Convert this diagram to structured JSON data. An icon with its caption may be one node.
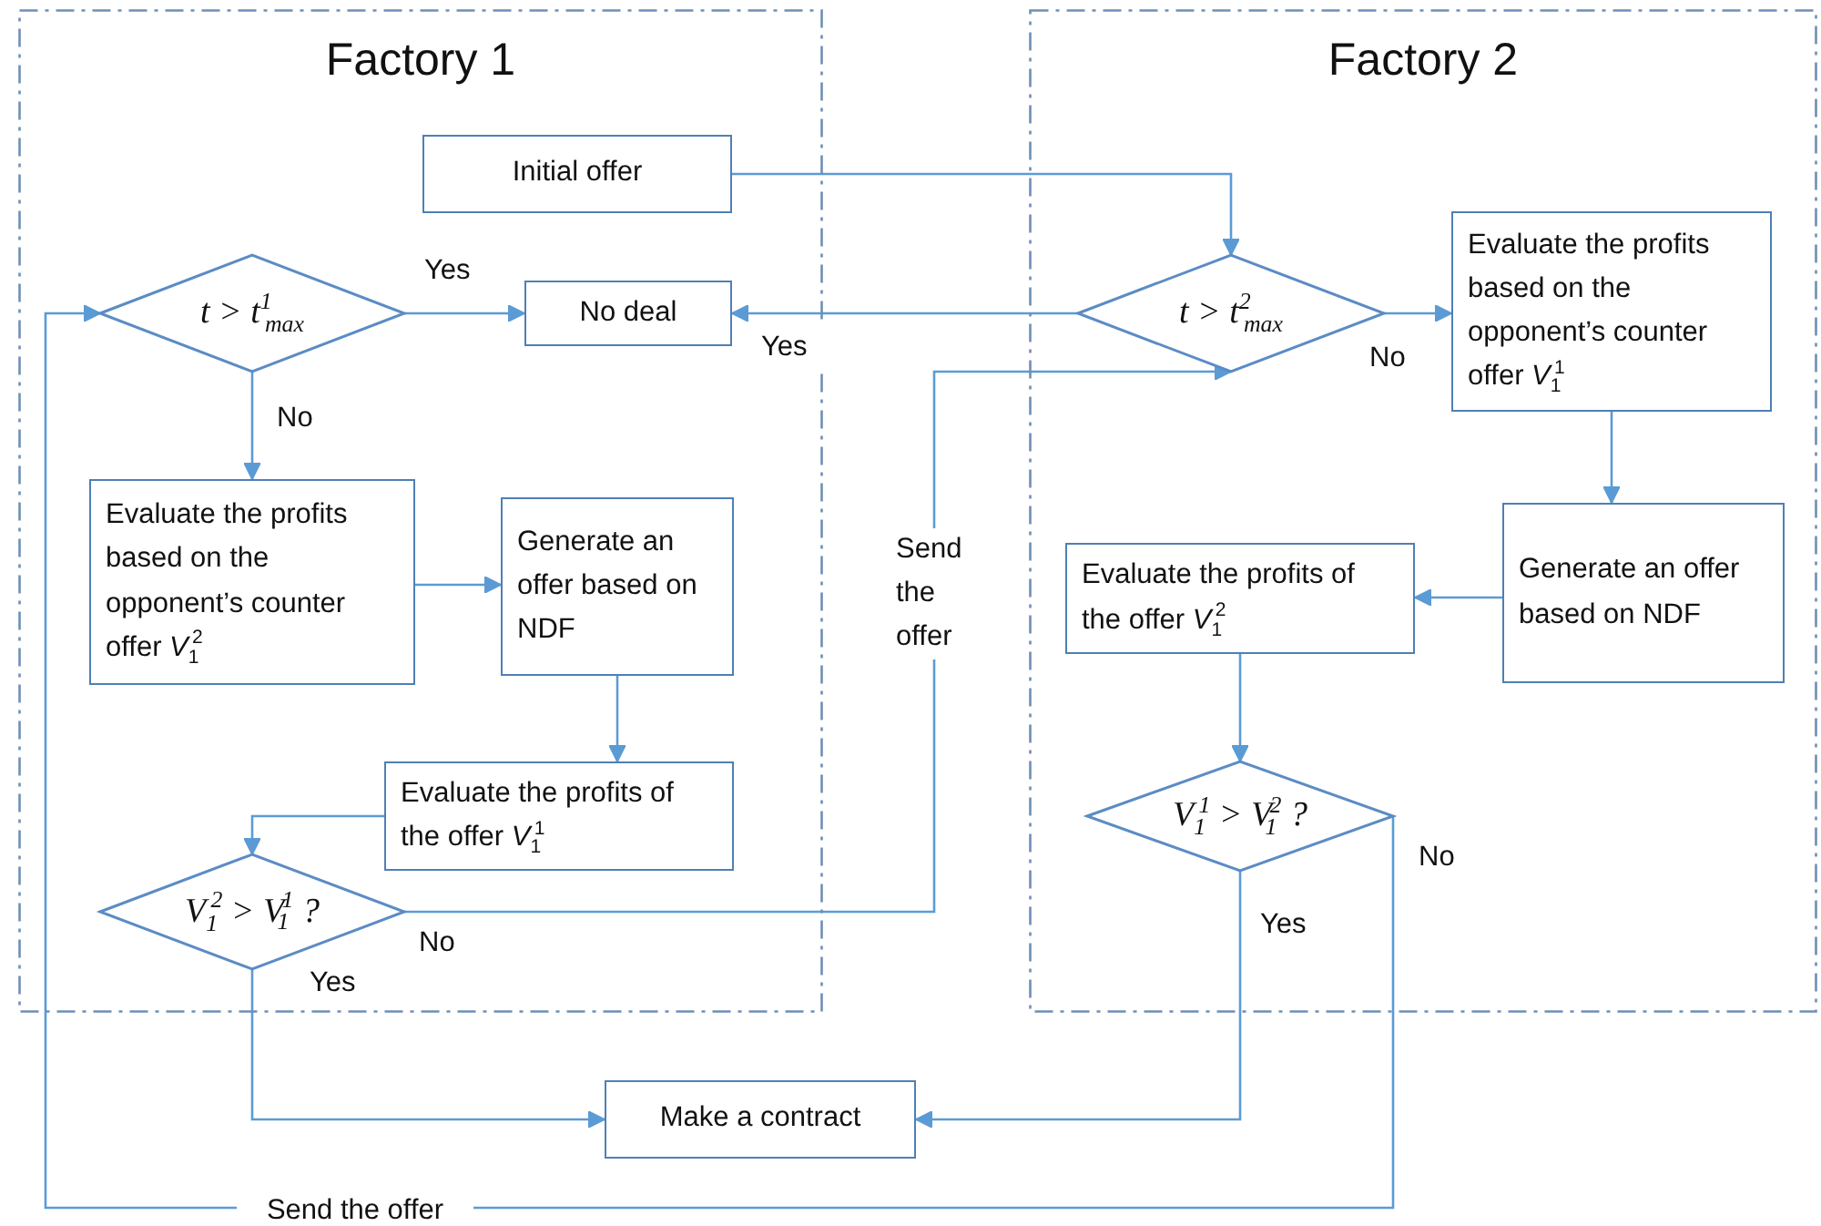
{
  "diagram": {
    "nodes": [
      {
        "text": [
          "Factory 1"
        ]
      },
      {
        "text": [
          "Factory 2"
        ]
      },
      {
        "text": [
          "Initial offer"
        ],
        "in": 0
      },
      {
        "text": [
          "t > t$^{1}$$_{max}$"
        ],
        "in": 0
      },
      {
        "text": [
          "No deal"
        ],
        "in": 0
      },
      {
        "text": [
          "t > t$^{2}$$_{max}$"
        ],
        "in": 1
      },
      {
        "text": [
          "Evaluate the profits based on the opponent’s counter offer *V*$_{1}$$^{1}$"
        ],
        "in": 1
      },
      {
        "text": [
          "Evaluate the profits based on the opponent’s counter offer *V*$_{1}$$^{2}$"
        ],
        "in": 0
      },
      {
        "text": [
          "Generate an offer based on NDF"
        ],
        "in": 0
      },
      {
        "text": [
          "Generate an offer based on NDF"
        ],
        "in": 1
      },
      {
        "text": [
          "Evaluate the profits of the offer *V*$_{1}$$^{2}$"
        ],
        "in": 1
      },
      {
        "text": [
          "Evaluate the profits of the offer *V*$_{1}$$^{1}$"
        ],
        "in": 0
      },
      {
        "text": [
          "V$_{1}$$^{2}$ > V$_{1}$$^{1}$ ?"
        ],
        "in": 0
      },
      {
        "text": [
          "V$_{1}$$^{1}$ > V$_{1}$$^{2}$ ?"
        ],
        "in": 1
      },
      {
        "text": [
          "Make a contract"
        ]
      }
    ],
    "edges": [
      {
        "from": 2,
        "to": 5,
        "arrow": "to"
      },
      {
        "from": 3,
        "to": 4,
        "arrow": "to",
        "label": "Yes"
      },
      {
        "from": 5,
        "to": 4,
        "arrow": "to",
        "label": "Yes"
      },
      {
        "from": 5,
        "to": 6,
        "arrow": "to",
        "label": "No"
      },
      {
        "from": 3,
        "to": 7,
        "arrow": "to",
        "label": "No"
      },
      {
        "from": 7,
        "to": 8,
        "arrow": "to"
      },
      {
        "from": 8,
        "to": 11,
        "arrow": "to"
      },
      {
        "from": 11,
        "to": 12,
        "arrow": "to"
      },
      {
        "from": 12,
        "to": 5,
        "arrow": "to",
        "label": "Send the offer"
      },
      {
        "from": 13,
        "to": 3,
        "arrow": "to",
        "label": "Send the offer"
      },
      {
        "from": 6,
        "to": 9,
        "arrow": "to"
      },
      {
        "from": 9,
        "to": 10,
        "arrow": "to"
      },
      {
        "from": 10,
        "to": 13,
        "arrow": "to"
      },
      {
        "from": 12,
        "to": 14,
        "arrow": "to",
        "label": "Yes"
      },
      {
        "from": 13,
        "to": 14,
        "arrow": "to",
        "label": "Yes"
      }
    ],
    "labels": [
      "No",
      "No"
    ]
  }
}
